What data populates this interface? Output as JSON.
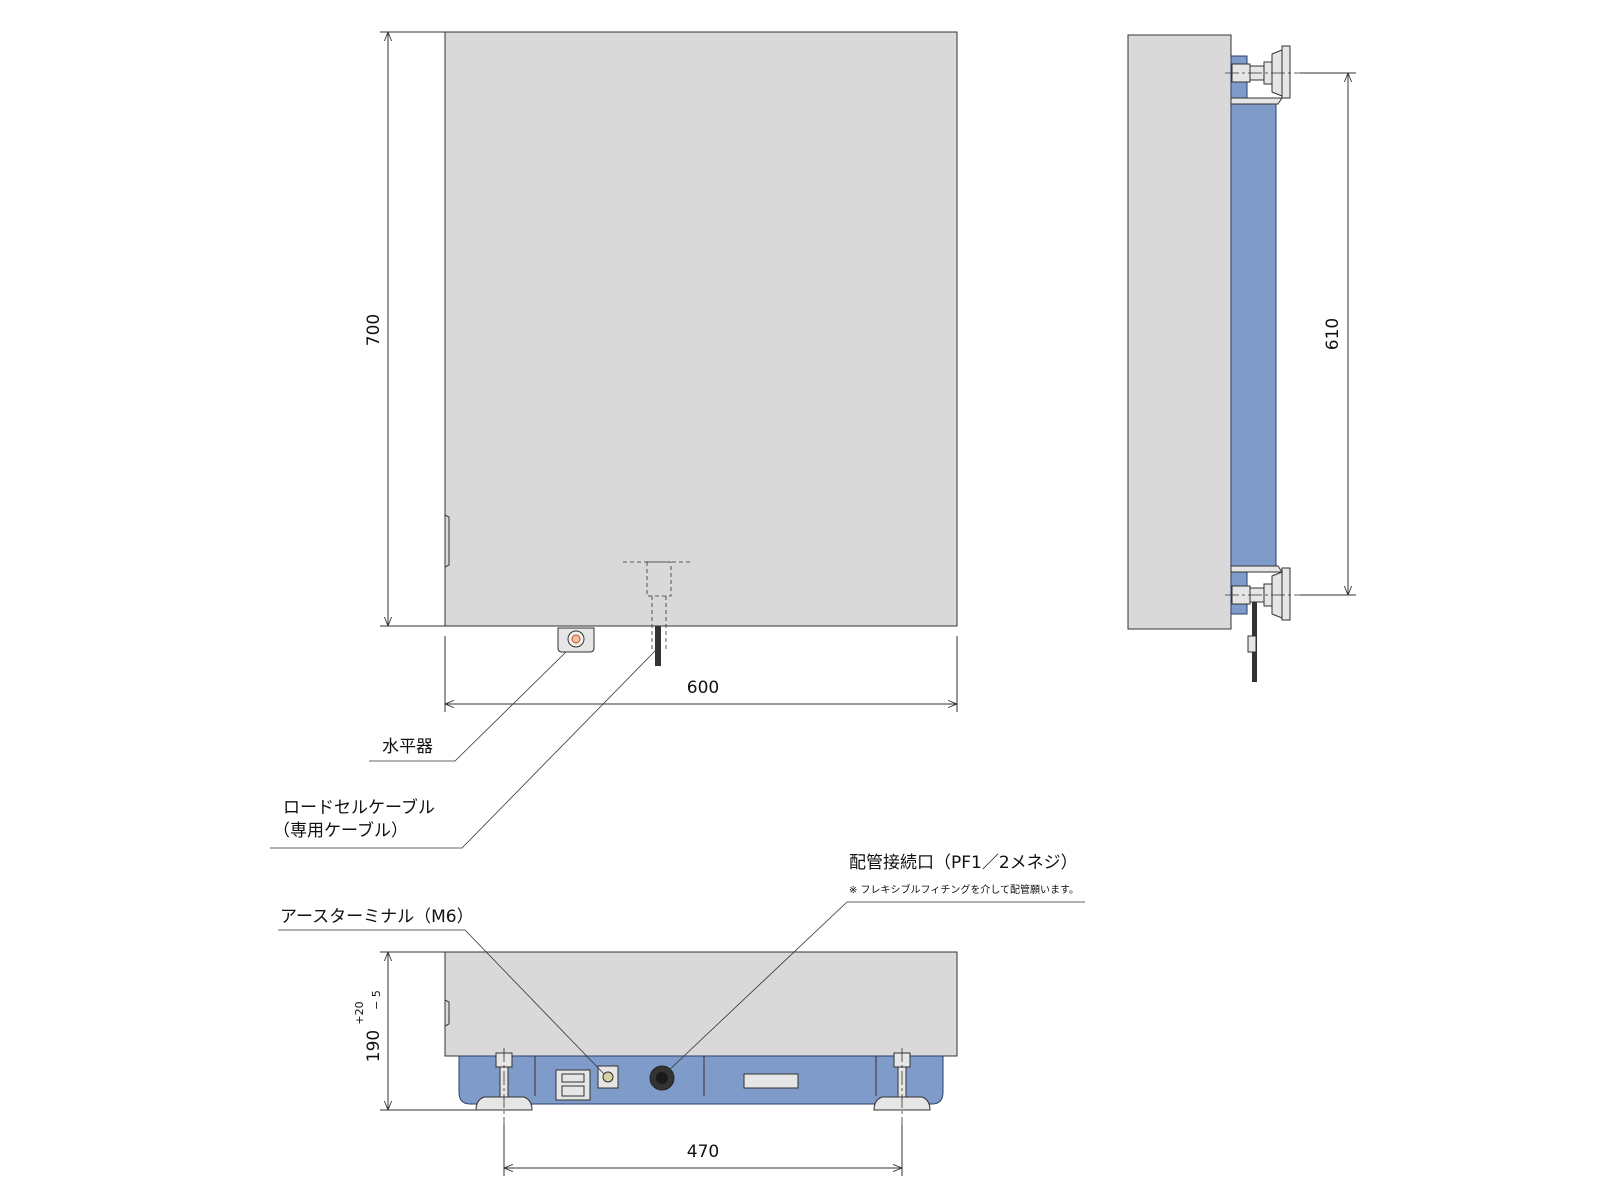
{
  "colors": {
    "plate": "#d9d9d9",
    "base": "#7f9bc9",
    "line": "#333333"
  },
  "dimensions": {
    "top_height": "700",
    "top_width": "600",
    "side_span": "610",
    "front_span": "470",
    "front_height": "190",
    "front_tol_plus": "+20",
    "front_tol_minus": "− 5"
  },
  "labels": {
    "level": "水平器",
    "loadcell_line1": "ロードセルケーブル",
    "loadcell_line2": "（専用ケーブル）",
    "earth": "アースターミナル（M6）",
    "pipe": "配管接続口（PF1／2メネジ）",
    "pipe_note": "※ フレキシブルフィチングを介して配管願います。"
  }
}
